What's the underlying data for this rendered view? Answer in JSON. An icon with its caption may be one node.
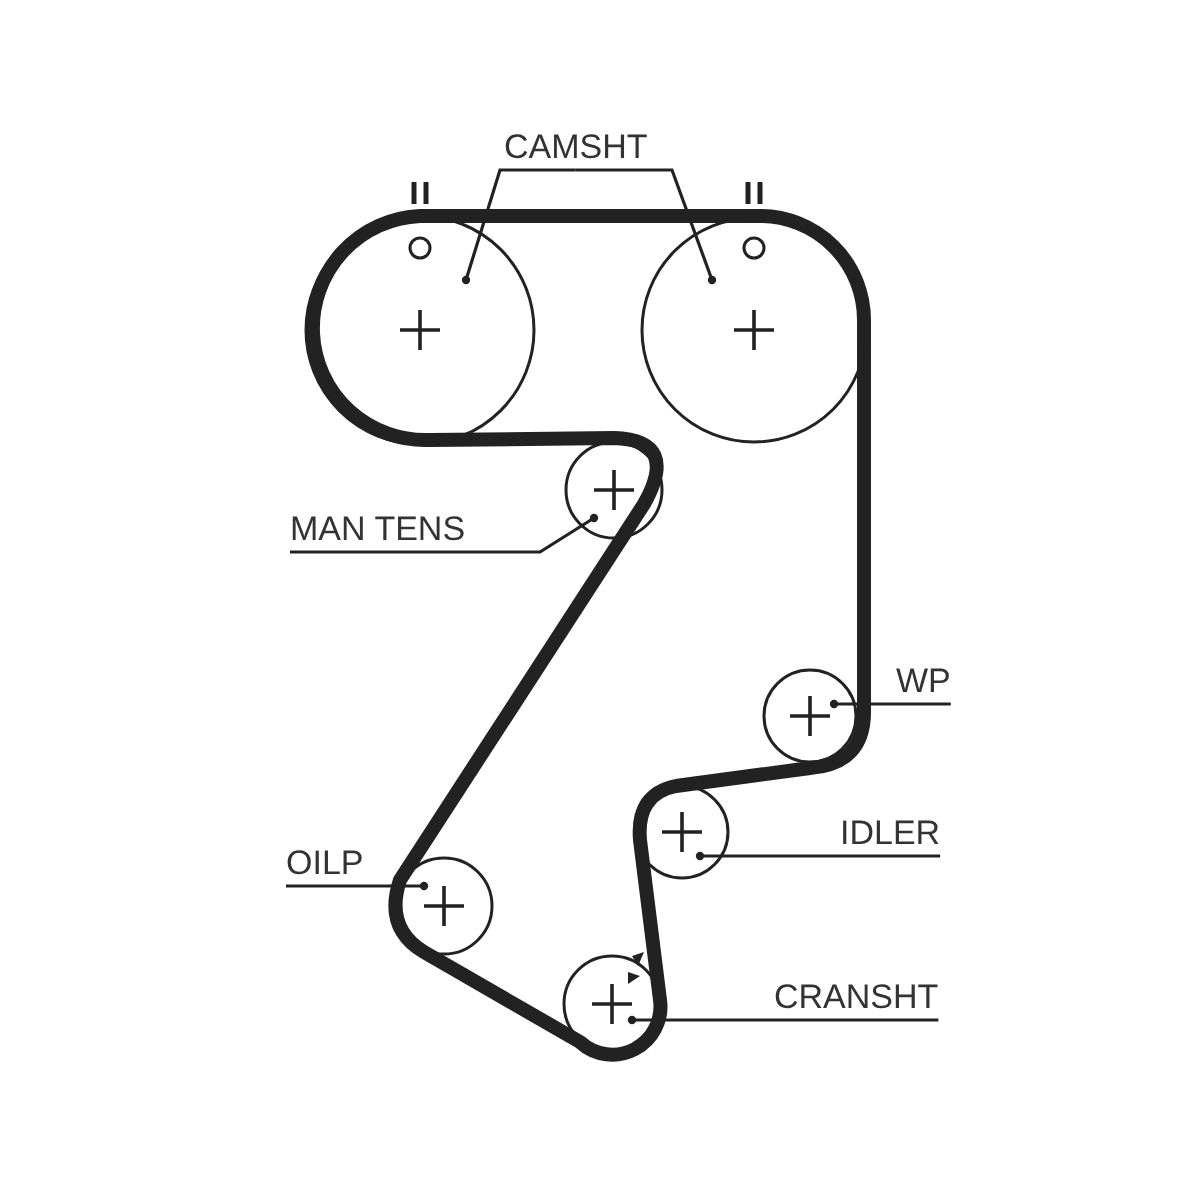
{
  "diagram": {
    "nodes": [
      {
        "text": [
          "CAMSHT"
        ]
      },
      {
        "text": [
          "MAN TENS"
        ]
      },
      {
        "text": [
          "WP"
        ]
      },
      {
        "text": [
          "IDLER"
        ]
      },
      {
        "text": [
          "OILP"
        ]
      },
      {
        "text": [
          "CRANSHT"
        ]
      },
      {
        "text": [],
        "shape": "circle"
      },
      {
        "text": [],
        "shape": "circle"
      },
      {
        "text": [],
        "shape": "circle"
      },
      {
        "text": [],
        "shape": "circle"
      },
      {
        "text": [],
        "shape": "circle"
      },
      {
        "text": [],
        "shape": "circle"
      },
      {
        "text": [],
        "shape": "circle"
      }
    ],
    "edges": [
      {
        "from": 0,
        "to": 6,
        "arrow": "other"
      },
      {
        "from": 0,
        "to": 7,
        "arrow": "other"
      },
      {
        "from": 1,
        "to": 8,
        "arrow": "other"
      },
      {
        "from": 2,
        "to": 9,
        "arrow": "other"
      },
      {
        "from": 3,
        "to": 10,
        "arrow": "other"
      },
      {
        "from": 4,
        "to": 11,
        "arrow": "other"
      },
      {
        "from": 5,
        "to": 12,
        "arrow": "other"
      }
    ]
  }
}
